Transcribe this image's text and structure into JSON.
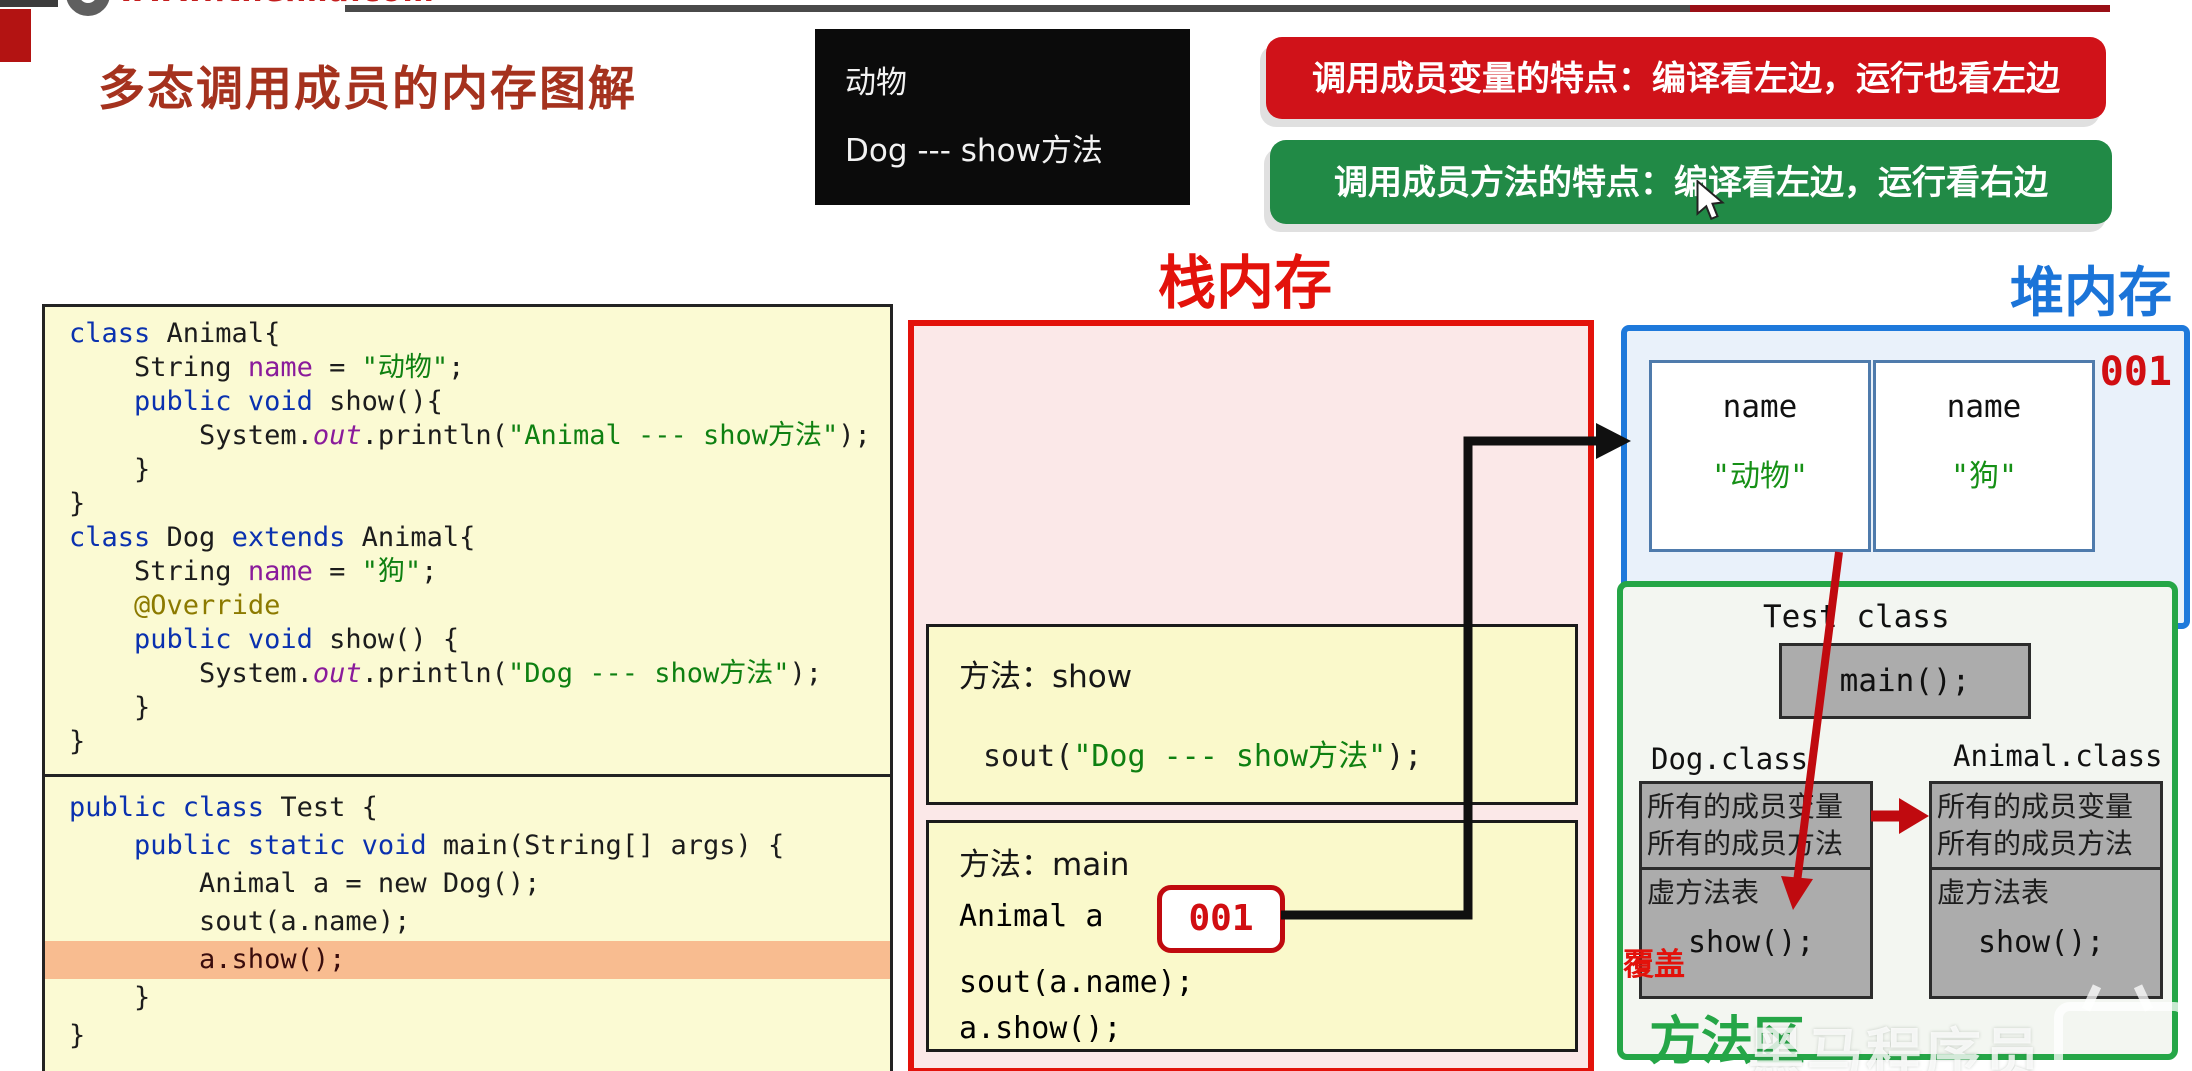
{
  "header": {
    "site": "www.itheima.com"
  },
  "title": "多态调用成员的内存图解",
  "console": {
    "lines": [
      "动物",
      "Dog --- show方法"
    ]
  },
  "banners": {
    "variable_rule": "调用成员变量的特点：编译看左边，运行也看左边",
    "method_rule": "调用成员方法的特点：编译看左边，运行看右边"
  },
  "colors": {
    "accent_red": "#E3120B",
    "accent_blue": "#1B74D8",
    "accent_green": "#25A647",
    "banner_red": "#D01219",
    "banner_green": "#218A46",
    "highlight_line": "#F8BC90",
    "title_red": "#A5321E"
  },
  "code": {
    "animal_dog": {
      "lines": [
        {
          "t": [
            [
              "k",
              "class"
            ],
            [
              "p",
              " Animal{"
            ]
          ]
        },
        {
          "t": [
            [
              "p",
              "    String "
            ],
            [
              "f",
              "name"
            ],
            [
              "p",
              " = "
            ],
            [
              "s",
              "\"动物\""
            ],
            [
              "p",
              ";"
            ]
          ]
        },
        {
          "t": [
            [
              "p",
              "    "
            ],
            [
              "k",
              "public void"
            ],
            [
              "p",
              " show(){"
            ]
          ]
        },
        {
          "t": [
            [
              "p",
              "        System."
            ],
            [
              "i",
              "out"
            ],
            [
              "p",
              ".println("
            ],
            [
              "s",
              "\"Animal --- show方法\""
            ],
            [
              "p",
              ");"
            ]
          ]
        },
        {
          "t": [
            [
              "p",
              "    }"
            ]
          ]
        },
        {
          "t": [
            [
              "p",
              "}"
            ]
          ]
        },
        {
          "t": [
            [
              "k",
              "class"
            ],
            [
              "p",
              " Dog "
            ],
            [
              "k",
              "extends"
            ],
            [
              "p",
              " Animal{"
            ]
          ]
        },
        {
          "t": [
            [
              "p",
              "    String "
            ],
            [
              "f",
              "name"
            ],
            [
              "p",
              " = "
            ],
            [
              "s",
              "\"狗\""
            ],
            [
              "p",
              ";"
            ]
          ]
        },
        {
          "t": [
            [
              "p",
              "    "
            ],
            [
              "a",
              "@Override"
            ]
          ]
        },
        {
          "t": [
            [
              "p",
              "    "
            ],
            [
              "k",
              "public void"
            ],
            [
              "p",
              " show() {"
            ]
          ]
        },
        {
          "t": [
            [
              "p",
              "        System."
            ],
            [
              "i",
              "out"
            ],
            [
              "p",
              ".println("
            ],
            [
              "s",
              "\"Dog --- show方法\""
            ],
            [
              "p",
              ");"
            ]
          ]
        },
        {
          "t": [
            [
              "p",
              "    }"
            ]
          ]
        },
        {
          "t": [
            [
              "p",
              "}"
            ]
          ]
        }
      ]
    },
    "test": {
      "lines": [
        {
          "t": [
            [
              "k",
              "public class"
            ],
            [
              "p",
              " Test {"
            ]
          ]
        },
        {
          "t": [
            [
              "p",
              "    "
            ],
            [
              "k",
              "public static void"
            ],
            [
              "p",
              " main(String[] args) {"
            ]
          ]
        },
        {
          "t": [
            [
              "p",
              "        Animal a = new Dog();"
            ]
          ]
        },
        {
          "t": [
            [
              "p",
              "        sout(a.name);"
            ]
          ]
        },
        {
          "hl": 1,
          "t": [
            [
              "m",
              "        a.show();"
            ]
          ]
        },
        {
          "t": [
            [
              "p",
              "    }"
            ]
          ]
        },
        {
          "t": [
            [
              "p",
              "}"
            ]
          ]
        }
      ]
    }
  },
  "stack": {
    "label": "栈内存",
    "show_frame": {
      "title": "方法：show",
      "code": {
        "lines": [
          {
            "t": [
              [
                "p",
                "sout("
              ],
              [
                "s",
                "\"Dog --- show方法\""
              ],
              [
                "p",
                ");"
              ]
            ]
          }
        ]
      }
    },
    "main_frame": {
      "title": "方法：main",
      "variable": "Animal a",
      "reference": "001",
      "statements": [
        "sout(a.name);",
        "a.show();"
      ]
    }
  },
  "heap": {
    "label": "堆内存",
    "address": "001",
    "objects": [
      {
        "field": "name",
        "value": "\"动物\""
      },
      {
        "field": "name",
        "value": "\"狗\""
      }
    ]
  },
  "method_area": {
    "label": "方法区",
    "test_class": {
      "name": "Test class",
      "method": "main();"
    },
    "classes": [
      {
        "name": "Dog.class",
        "members": [
          "所有的成员变量",
          "所有的成员方法"
        ],
        "vtable": "虚方法表",
        "method": "show();",
        "tag": "覆盖"
      },
      {
        "name": "Animal.class",
        "members": [
          "所有的成员变量",
          "所有的成员方法"
        ],
        "vtable": "虚方法表",
        "method": "show();"
      }
    ]
  },
  "watermark": "黑马程序员"
}
